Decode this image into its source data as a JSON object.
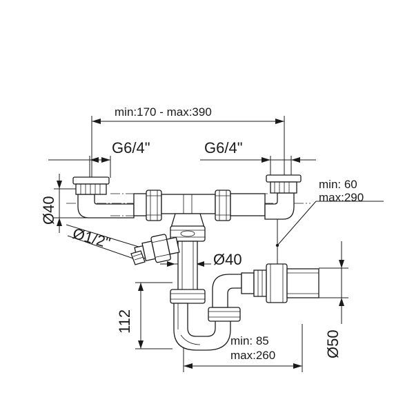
{
  "dimensions": {
    "overall_width": "min:170 - max:390",
    "thread_left": "G6/4\"",
    "thread_right": "G6/4\"",
    "inlet_diameter": "Ø40",
    "spigot_diameter": "Ø1/2\"",
    "outlet_diameter": "Ø40",
    "height_range_min": "min:  60",
    "height_range_max": "max:290",
    "trap_height": "112",
    "depth_range_min": "min:  85",
    "depth_range_max": "max:260",
    "waste_diameter": "Ø50"
  }
}
